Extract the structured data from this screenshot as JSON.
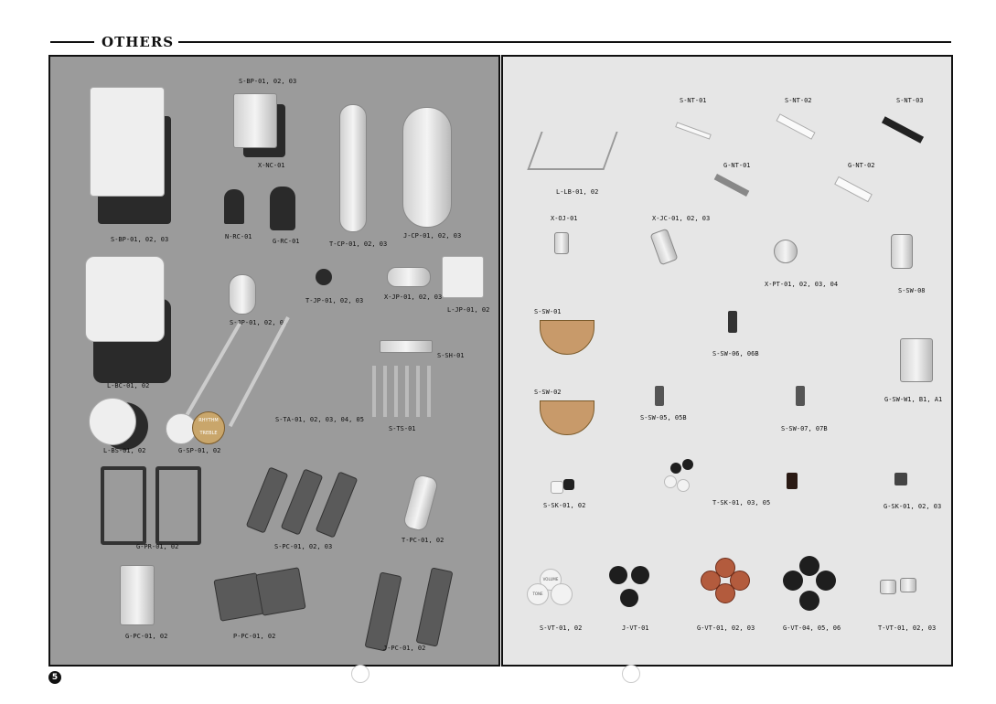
{
  "header": {
    "title": "OTHERS"
  },
  "page_number": "5",
  "left_panel": {
    "labels": [
      "S-BP-01, 02, 03",
      "X-NC-01",
      "S-BP-01, 02, 03",
      "N-RC-01",
      "G-RC-01",
      "T-CP-01, 02, 03",
      "J-CP-01, 02, 03",
      "S-JP-01, 02, 03",
      "T-JP-01, 02, 03",
      "X-JP-01, 02, 03",
      "L-JP-01, 02",
      "L-BC-01, 02",
      "S-SH-01",
      "S-TA-01, 02, 03, 04, 05",
      "S-TS-01",
      "L-BS-01, 02",
      "G-SP-01, 02",
      "G-PR-01, 02",
      "S-PC-01, 02, 03",
      "T-PC-01, 02",
      "G-PC-01, 02",
      "P-PC-01, 02",
      "J-PC-01, 02"
    ],
    "switch_plate_text": {
      "top": "RHYTHM",
      "bottom": "TREBLE"
    }
  },
  "right_panel": {
    "labels": [
      "S-NT-01",
      "S-NT-02",
      "S-NT-03",
      "G-NT-01",
      "G-NT-02",
      "L-LB-01, 02",
      "X-OJ-01",
      "X-JC-01, 02, 03",
      "X-PT-01, 02, 03, 04",
      "S-SW-08",
      "S-SW-01",
      "S-SW-06, 06B",
      "S-SW-02",
      "S-SW-05, 05B",
      "S-SW-07, 07B",
      "G-SW-W1, B1, A1",
      "S-SK-01, 02",
      "T-SK-01, 03, 05",
      "G-SK-01, 02, 03",
      "S-VT-01, 02",
      "J-VT-01",
      "G-VT-01, 02, 03",
      "G-VT-04, 05, 06",
      "T-VT-01, 02, 03"
    ],
    "knob_text": {
      "volume": "VOLUME",
      "tone": "TONE"
    }
  }
}
